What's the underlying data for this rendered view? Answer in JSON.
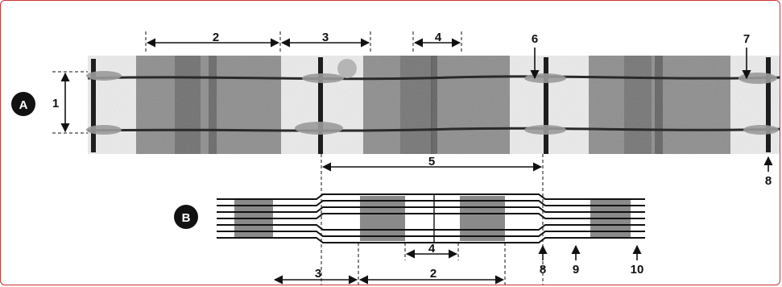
{
  "panel_labels": {
    "a": "A",
    "b": "B"
  },
  "measurements": {
    "a": {
      "span_2": "2",
      "span_3": "3",
      "span_4": "4",
      "span_1": "1",
      "span_5": "5"
    },
    "b": {
      "span_3": "3",
      "span_2": "2",
      "span_4": "4"
    }
  },
  "markers": {
    "a": {
      "m6": "6",
      "m7": "7",
      "m8": "8"
    },
    "b": {
      "m8": "8",
      "m9": "9",
      "m10": "10"
    }
  },
  "colors": {
    "frame_border": "#d03030",
    "photo_background": "#ececec",
    "dark_band": "#6e6e6e",
    "cord": "#1e1e1e",
    "schematic_line": "#111111",
    "schematic_band": "#8a8a8a"
  }
}
